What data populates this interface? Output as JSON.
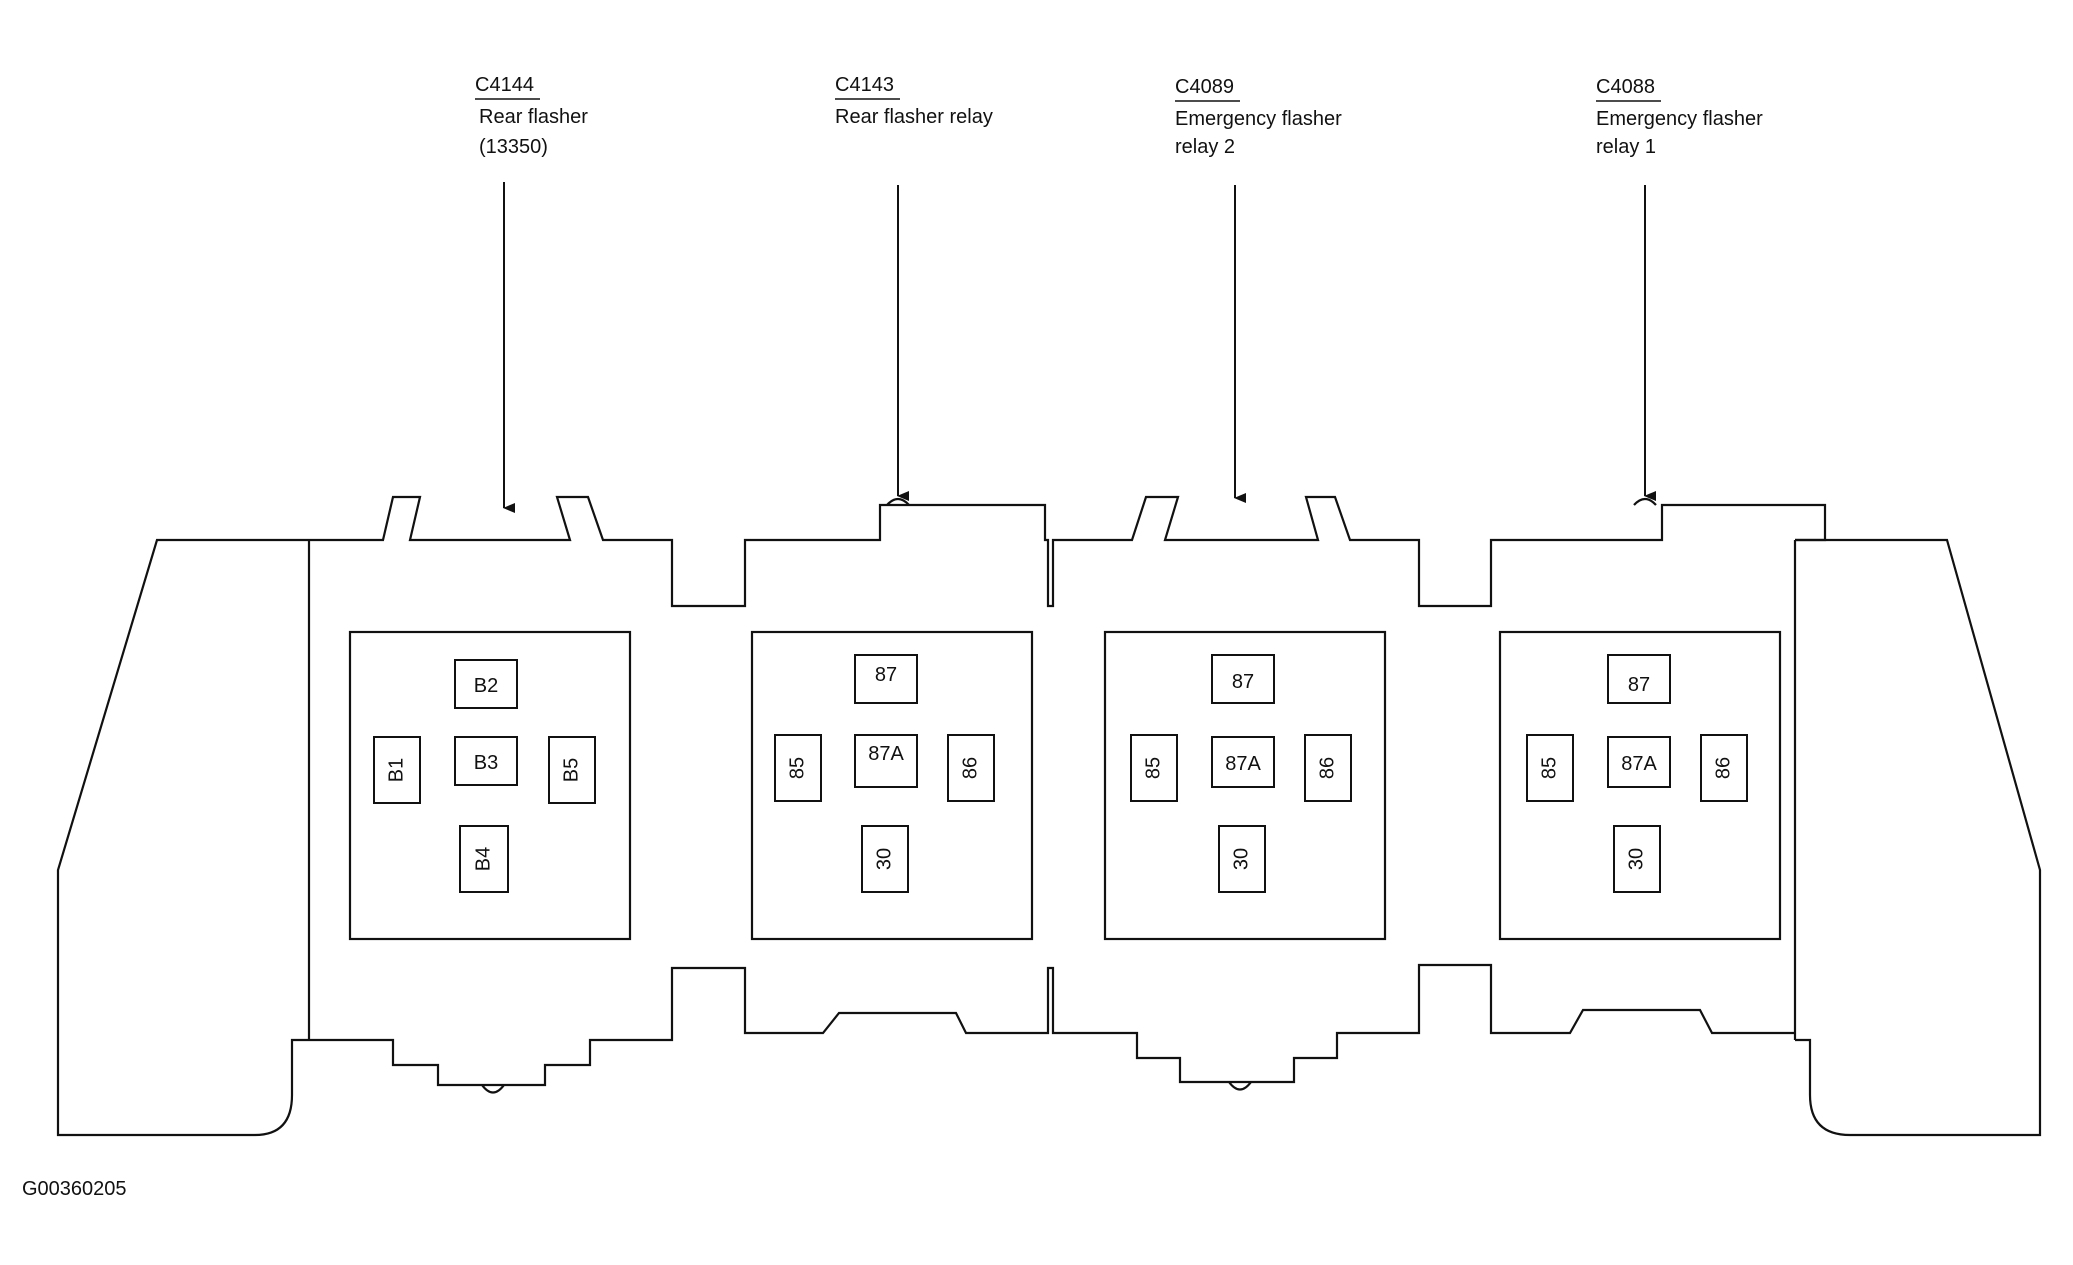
{
  "colors": {
    "line": "#111111",
    "background": "#ffffff"
  },
  "figure_id": "G00360205",
  "callouts": [
    {
      "code": "C4144",
      "lines": [
        "Rear flasher",
        "(13350)"
      ]
    },
    {
      "code": "C4143",
      "lines": [
        "Rear flasher relay"
      ]
    },
    {
      "code": "C4089",
      "lines": [
        "Emergency flasher",
        "relay 2"
      ]
    },
    {
      "code": "C4088",
      "lines": [
        "Emergency flasher",
        "relay 1"
      ]
    }
  ],
  "connectors": [
    {
      "pins": [
        "B2",
        "B1",
        "B3",
        "B5",
        "B4"
      ]
    },
    {
      "pins": [
        "87",
        "85",
        "87A",
        "86",
        "30"
      ]
    },
    {
      "pins": [
        "87",
        "85",
        "87A",
        "86",
        "30"
      ]
    },
    {
      "pins": [
        "87",
        "85",
        "87A",
        "86",
        "30"
      ]
    }
  ]
}
